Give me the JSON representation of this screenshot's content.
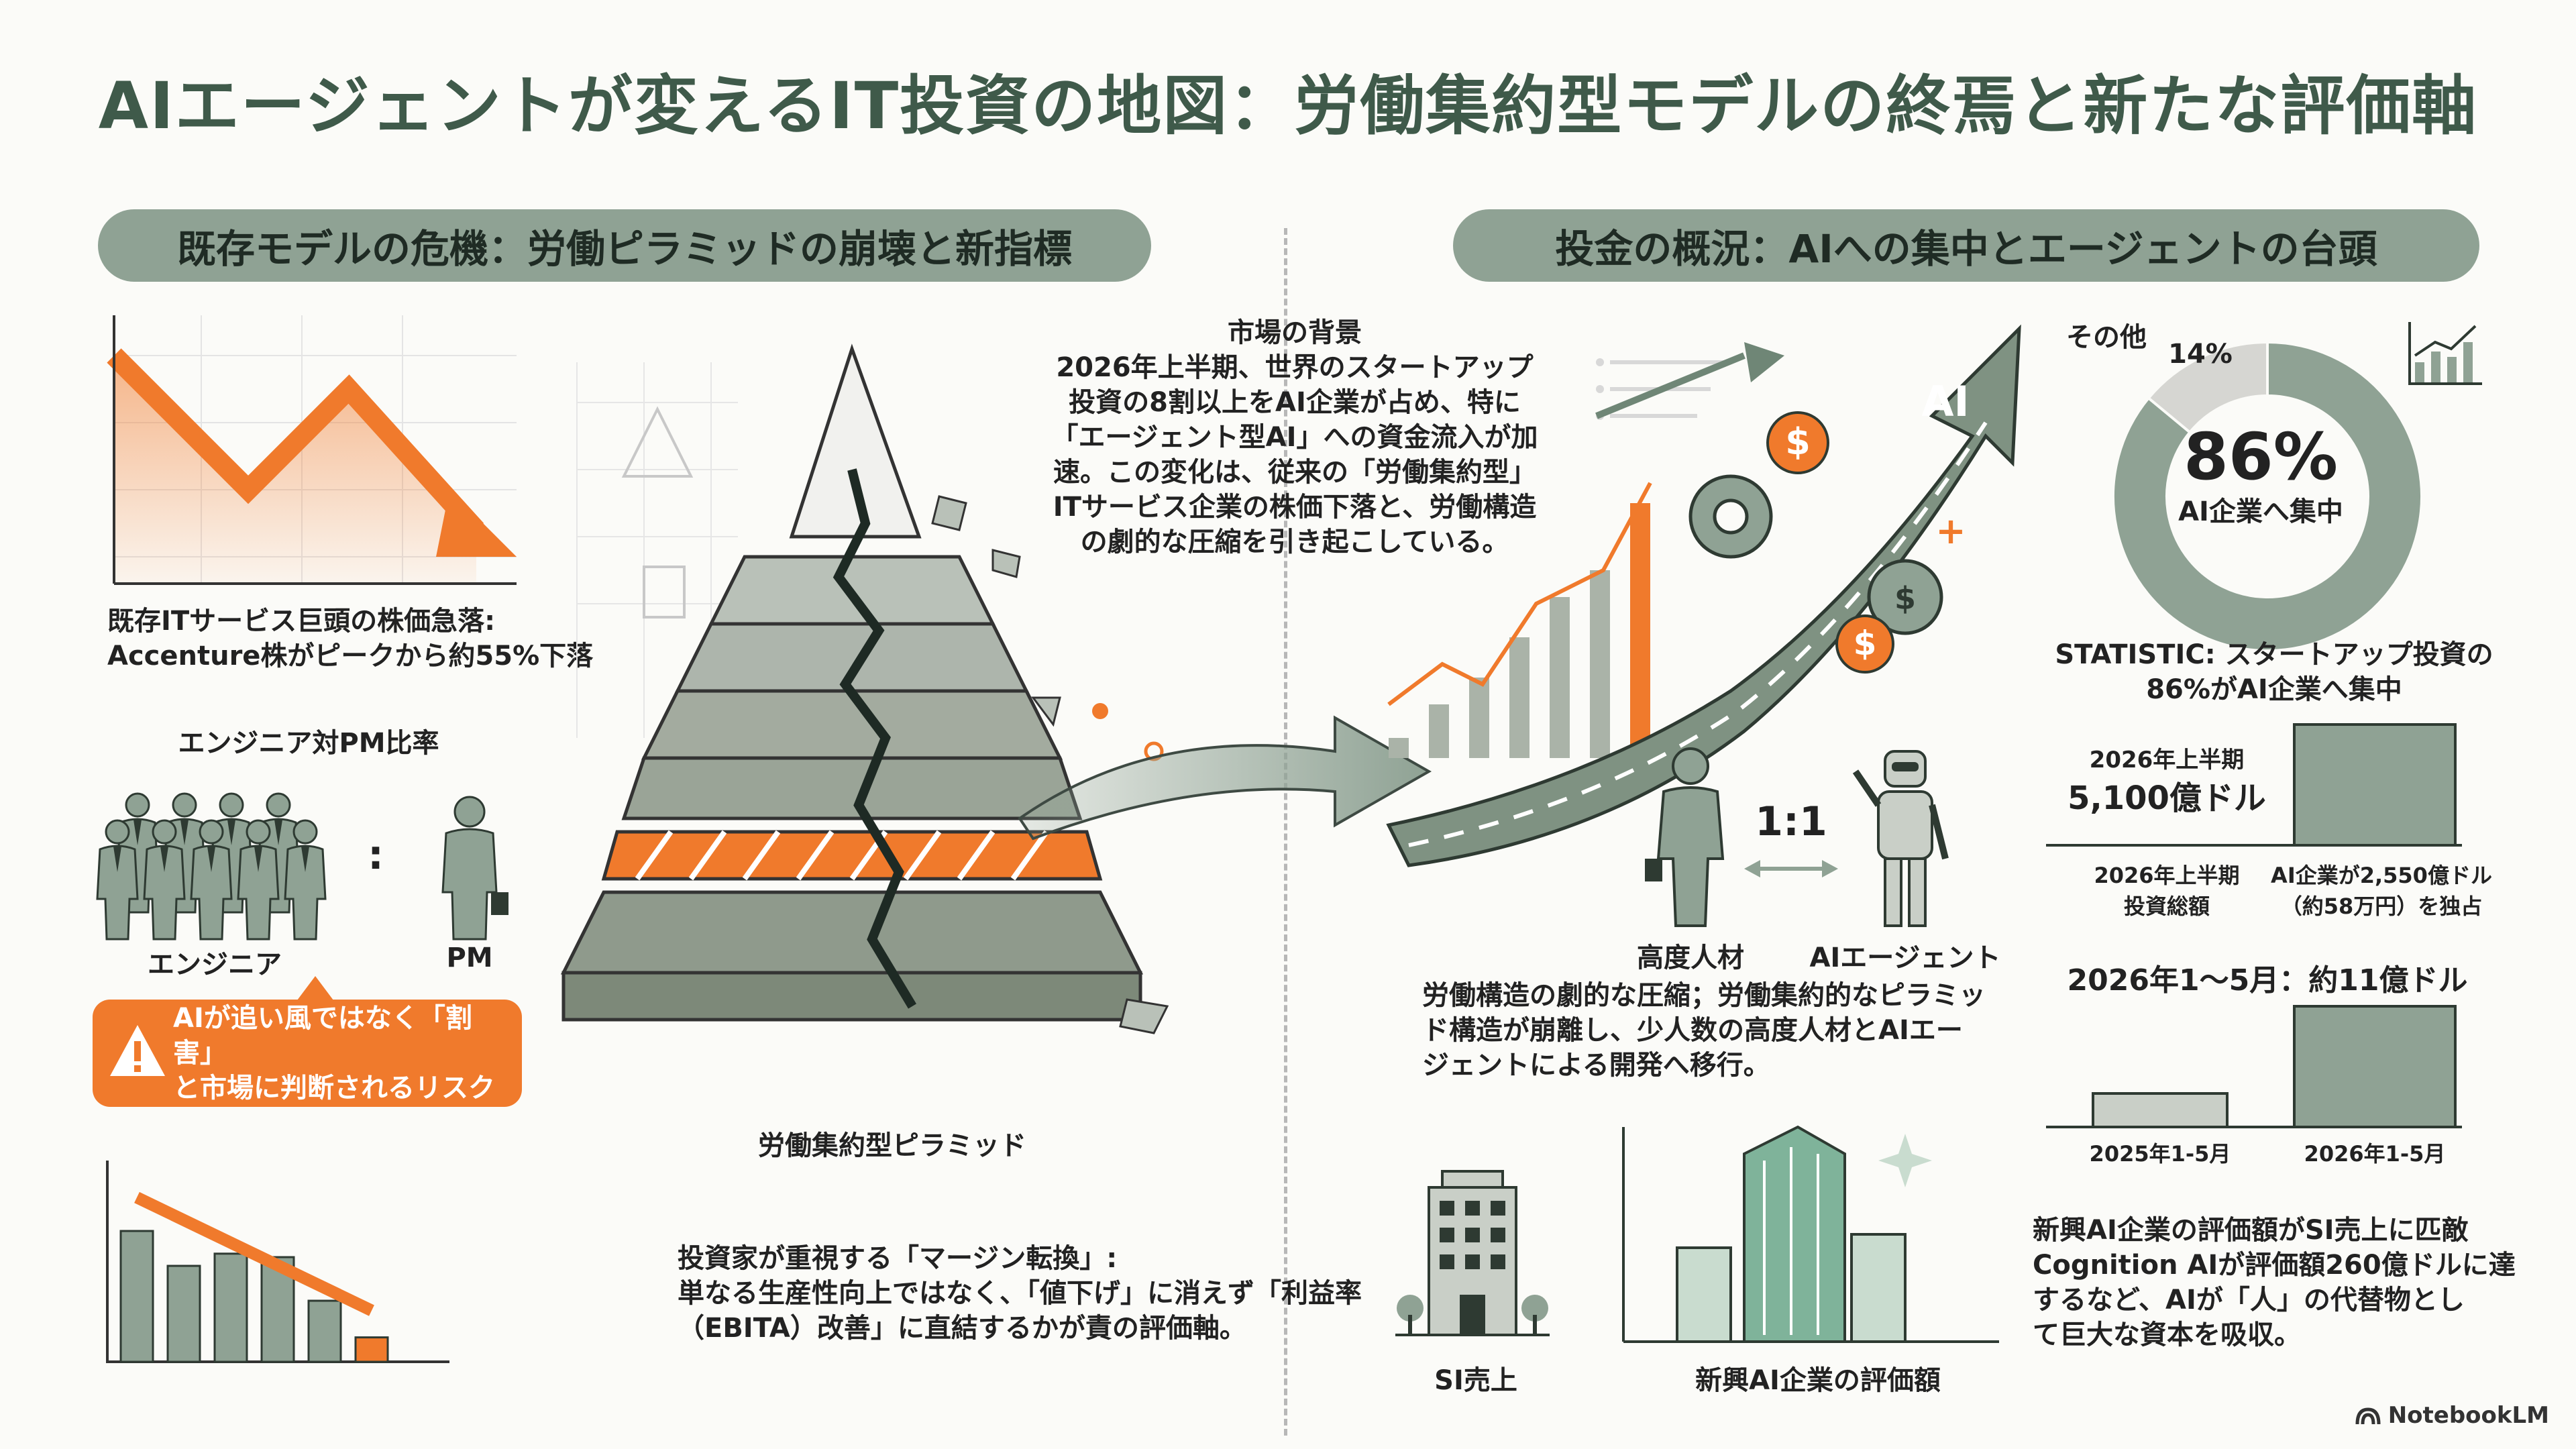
{
  "title": "AIエージェントが変えるIT投資の地図：労働集約型モデルの終焉と新たな評価軸",
  "left_section": {
    "header": "既存モデルの危機：労働ピラミッドの崩壊と新指標",
    "stock_drop": "既存ITサービス巨頭の株価急落:\nAccenture株がピークから約55%下落",
    "ratio_title": "エンジニア対PM比率",
    "engineer_label": "エンジニア",
    "pm_label": "PM",
    "ratio_sep": ":",
    "risk_alert": "AIが追い風ではなく「割害」\nと市場に判断されるリスク",
    "pyramid_label": "労働集約型ピラミッド",
    "margin_text": "投資家が重視する「マージン転換」:\n単なる生産性向上ではなく、「値下げ」に消えず「利益率\n（EBITA）改善」に直結するかが責の評価軸。",
    "bar_chart_values": [
      75,
      55,
      62,
      60,
      35,
      14
    ]
  },
  "market_background": {
    "title": "市場の背景",
    "body": "2026年上半期、世界のスタートアップ\n投資の8割以上をAI企業が占め、特に\n「エージェント型AI」への資金流入が加\n速。この変化は、従来の「労働集約型」\nITサービス企業の株価下落と、労働構造\nの劇的な圧縮を引き起こしている。"
  },
  "right_section": {
    "header": "投金の概況：AIへの集中とエージェントの台頭",
    "arrow_label": "AI",
    "dollar_symbol": "$",
    "plus_symbol": "+",
    "ratio": "1:1",
    "talent_label": "高度人材",
    "agent_label": "AIエージェント",
    "compression_text": "労働構造の劇的な圧縮；労働集約的なピラミッ\nド構造が崩離し、少人数の高度人材とAIエー\nジェントによる開発へ移行。",
    "si_label": "SI売上",
    "valuation_label": "新興AI企業の評価額"
  },
  "stats": {
    "donut_other_label": "その他",
    "donut_other_pct": "14%",
    "donut_main_pct": "86%",
    "donut_main_label": "AI企業へ集中",
    "donut_value": 86,
    "statistic": "STATISTIC: スタートアップ投資の\n86%がAI企業へ集中",
    "h1_title": "2026年上半期",
    "h1_total": "5,100億ドル",
    "h1_cat1": "2026年上半期\n投資総額",
    "h1_cat2": "AI企業が2,550億ドル\n（約58万円）を独占",
    "jan_may_title": "2026年1～5月：約11億ドル",
    "jm_cat1": "2025年1-5月",
    "jm_cat2": "2026年1-5月",
    "cognition_text": "新興AI企業の評価額がSI売上に匹敵\nCognition AIが評価額260億ドルに達\nするなど、AIが「人」の代替物とし\nて巨大な資本を吸収。"
  },
  "brand": "NotebookLM",
  "colors": {
    "sage": "#8fa294",
    "sage_dark": "#6f8676",
    "orange": "#f07a2c",
    "title_green": "#3f5a4a"
  }
}
